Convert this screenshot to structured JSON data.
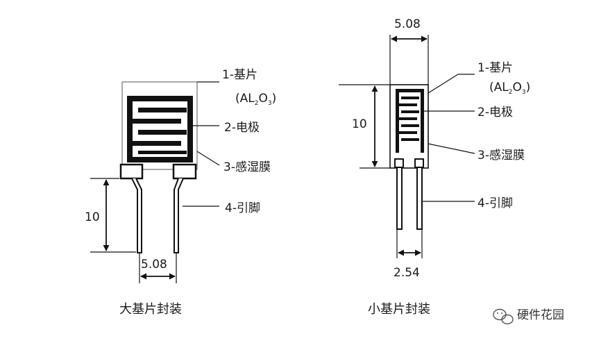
{
  "large": {
    "labels": {
      "substrate": "1-基片",
      "material_prefix": "(AL",
      "material_sub1": "2",
      "material_mid": "O",
      "material_sub2": "3",
      "material_suffix": ")",
      "electrode": "2-电极",
      "film": "3-感湿膜",
      "pin": "4-引脚"
    },
    "dim_height": "10",
    "dim_pitch": "5.08",
    "caption": "大基片封装"
  },
  "small": {
    "labels": {
      "substrate": "1-基片",
      "material_prefix": "(AL",
      "material_sub1": "2",
      "material_mid": "O",
      "material_sub2": "3",
      "material_suffix": ")",
      "electrode": "2-电极",
      "film": "3-感湿膜",
      "pin": "4-引脚"
    },
    "dim_width": "5.08",
    "dim_height": "10",
    "dim_pitch": "2.54",
    "caption": "小基片封装"
  },
  "watermark": {
    "icon": "wechat-icon",
    "text": "硬件花园"
  }
}
